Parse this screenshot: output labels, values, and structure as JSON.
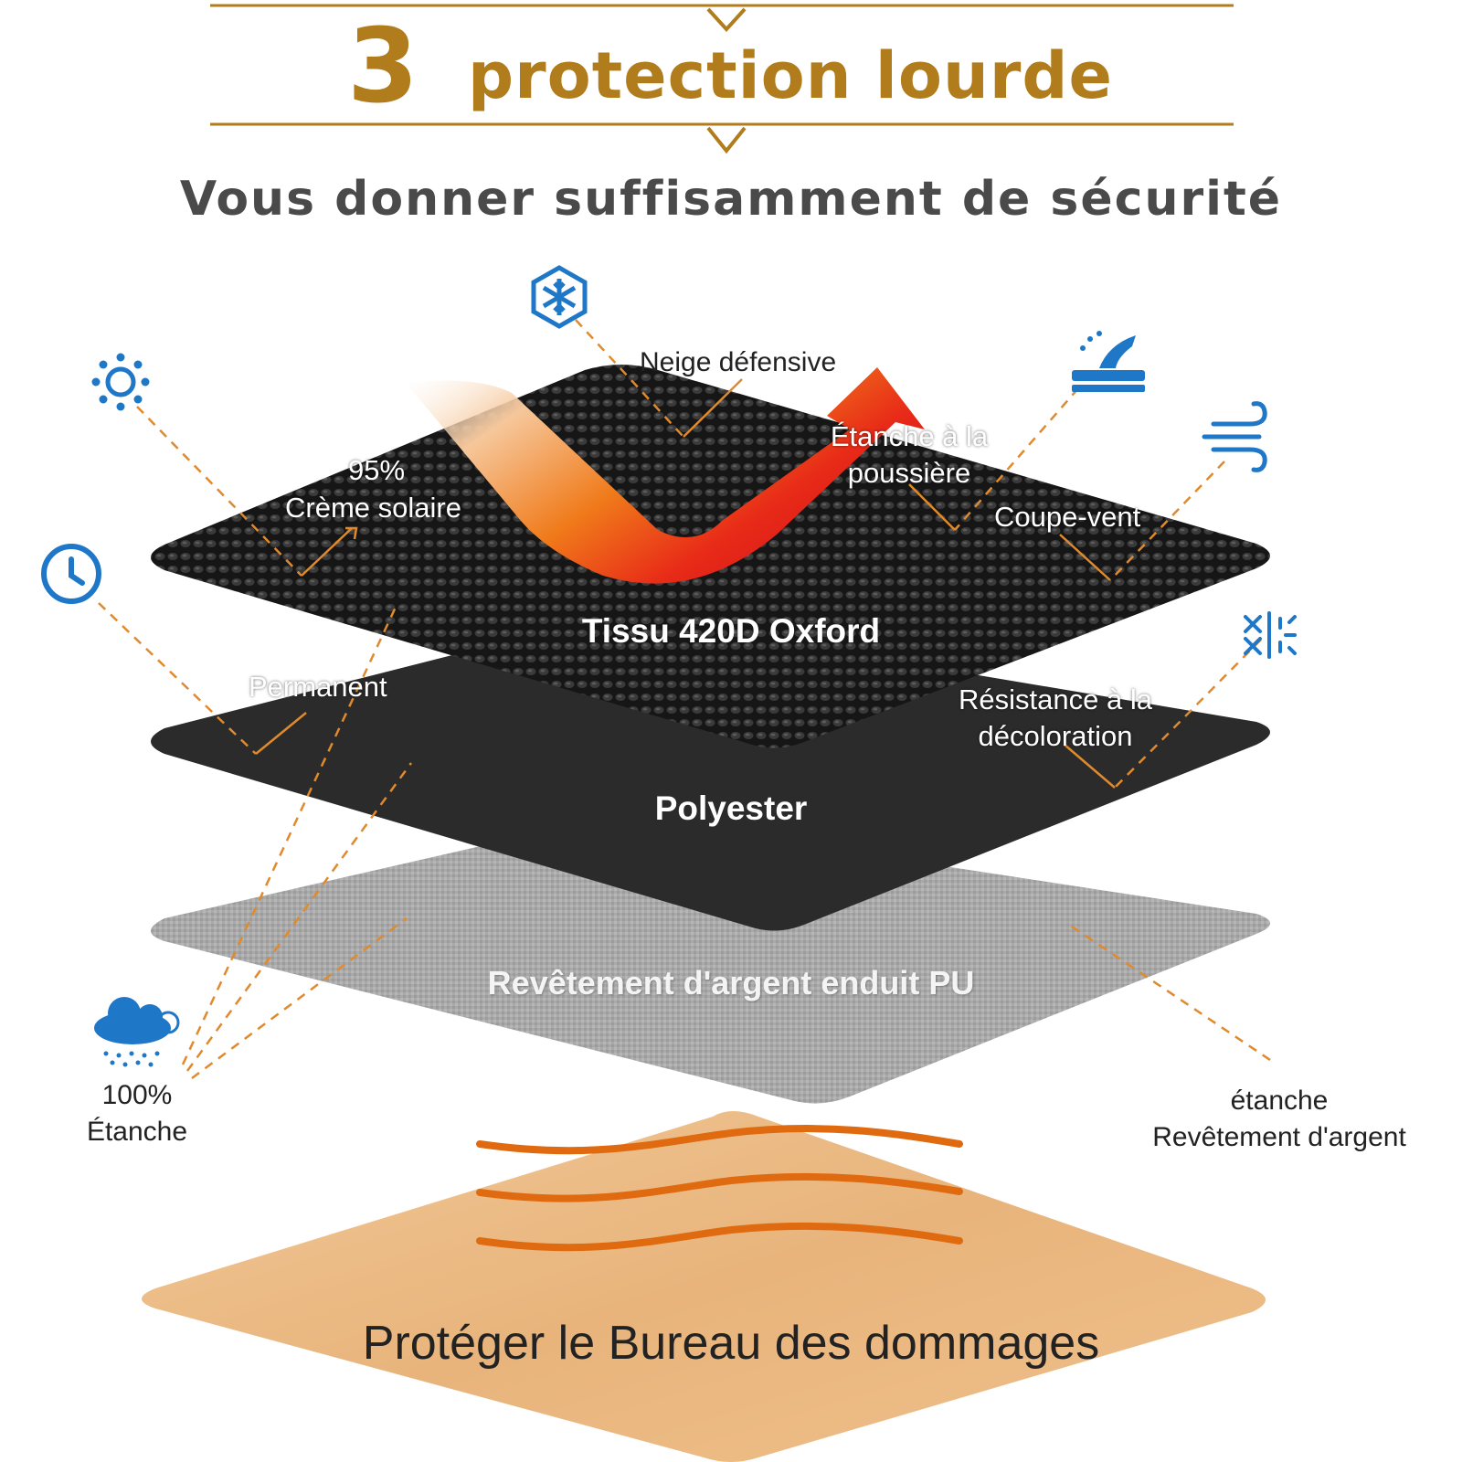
{
  "header": {
    "number": "3",
    "title": "protection lourde",
    "subtitle": "Vous donner suffisamment de sécurité"
  },
  "layers": [
    {
      "id": "oxford",
      "label": "Tissu 420D Oxford"
    },
    {
      "id": "polyester",
      "label": "Polyester"
    },
    {
      "id": "silver",
      "label": "Revêtement d'argent enduit PU"
    },
    {
      "id": "wood",
      "label": "Protéger le Bureau des dommages"
    }
  ],
  "features": {
    "snow": "Neige défensive",
    "sun_pct": "95%",
    "sun_label": "Crème solaire",
    "dust_line1": "Étanche à la",
    "dust_line2": "poussière",
    "wind": "Coupe-vent",
    "permanent": "Permanent",
    "fade_line1": "Résistance à la",
    "fade_line2": "décoloration",
    "rain_pct": "100%",
    "rain_label": "Étanche",
    "silver_line1": "étanche",
    "silver_line2": "Revêtement d'argent"
  },
  "icons": [
    "snowflake-icon",
    "sun-icon",
    "waterproof-surface-icon",
    "wind-icon",
    "clock-icon",
    "fade-resistant-icon",
    "rain-cloud-icon"
  ],
  "colors": {
    "gold": "#b07c1c",
    "icon_blue": "#1f77c8",
    "dash_orange": "#e08a2e",
    "oxford": "#1c1c1c",
    "polyester": "#2a2a2a",
    "silver": "#a8a8a8",
    "wood": "#e8b47c",
    "arrow_red": "#e02020"
  }
}
